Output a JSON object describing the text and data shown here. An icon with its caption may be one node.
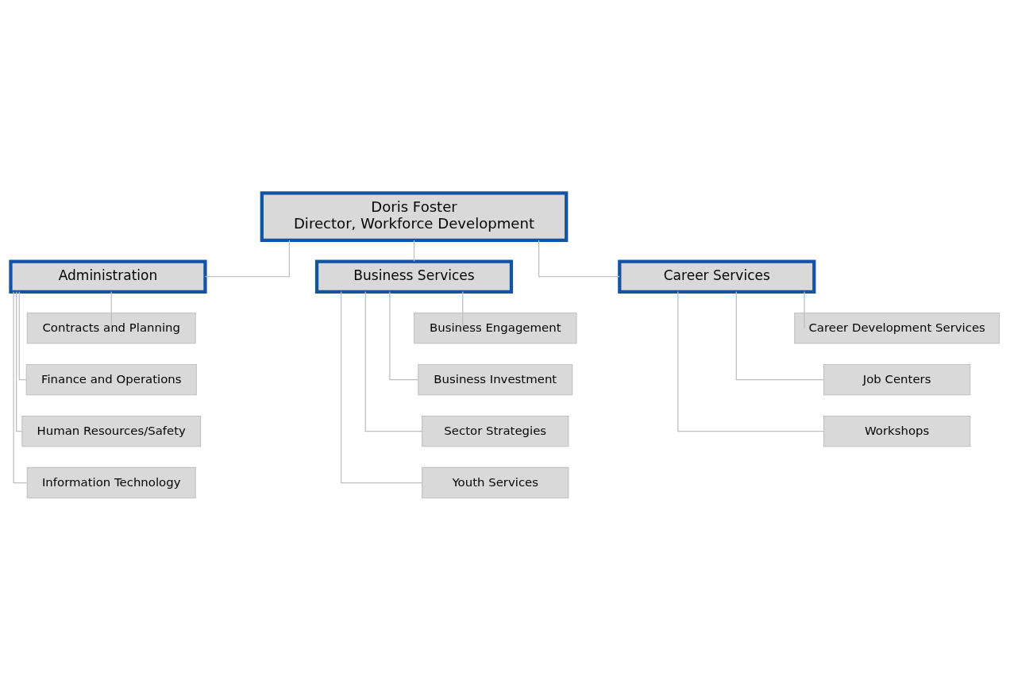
{
  "diagram": {
    "nodes": [
      {
        "text": [
          "Doris Foster",
          "Director, Workforce Development"
        ]
      },
      {
        "text": [
          "Administration"
        ]
      },
      {
        "text": [
          "Business Services"
        ]
      },
      {
        "text": [
          "Career Services"
        ]
      },
      {
        "text": [
          "Contracts and Planning"
        ]
      },
      {
        "text": [
          "Finance and Operations"
        ]
      },
      {
        "text": [
          "Human Resources/Safety"
        ]
      },
      {
        "text": [
          "Information Technology"
        ]
      },
      {
        "text": [
          "Business Engagement"
        ]
      },
      {
        "text": [
          "Business Investment"
        ]
      },
      {
        "text": [
          "Sector Strategies"
        ]
      },
      {
        "text": [
          "Youth Services"
        ]
      },
      {
        "text": [
          "Career Development Services"
        ]
      },
      {
        "text": [
          "Job Centers"
        ]
      },
      {
        "text": [
          "Workshops"
        ]
      }
    ],
    "edges": [
      {
        "from": 0,
        "to": 1,
        "arrow": "none"
      },
      {
        "from": 0,
        "to": 2,
        "arrow": "none"
      },
      {
        "from": 0,
        "to": 3,
        "arrow": "none"
      },
      {
        "from": 1,
        "to": 4,
        "arrow": "none"
      },
      {
        "from": 1,
        "to": 5,
        "arrow": "none"
      },
      {
        "from": 1,
        "to": 6,
        "arrow": "none"
      },
      {
        "from": 1,
        "to": 7,
        "arrow": "none"
      },
      {
        "from": 2,
        "to": 8,
        "arrow": "none"
      },
      {
        "from": 2,
        "to": 9,
        "arrow": "none"
      },
      {
        "from": 2,
        "to": 10,
        "arrow": "none"
      },
      {
        "from": 2,
        "to": 11,
        "arrow": "none"
      },
      {
        "from": 3,
        "to": 12,
        "arrow": "none"
      },
      {
        "from": 3,
        "to": 13,
        "arrow": "none"
      },
      {
        "from": 3,
        "to": 14,
        "arrow": "none"
      }
    ]
  }
}
